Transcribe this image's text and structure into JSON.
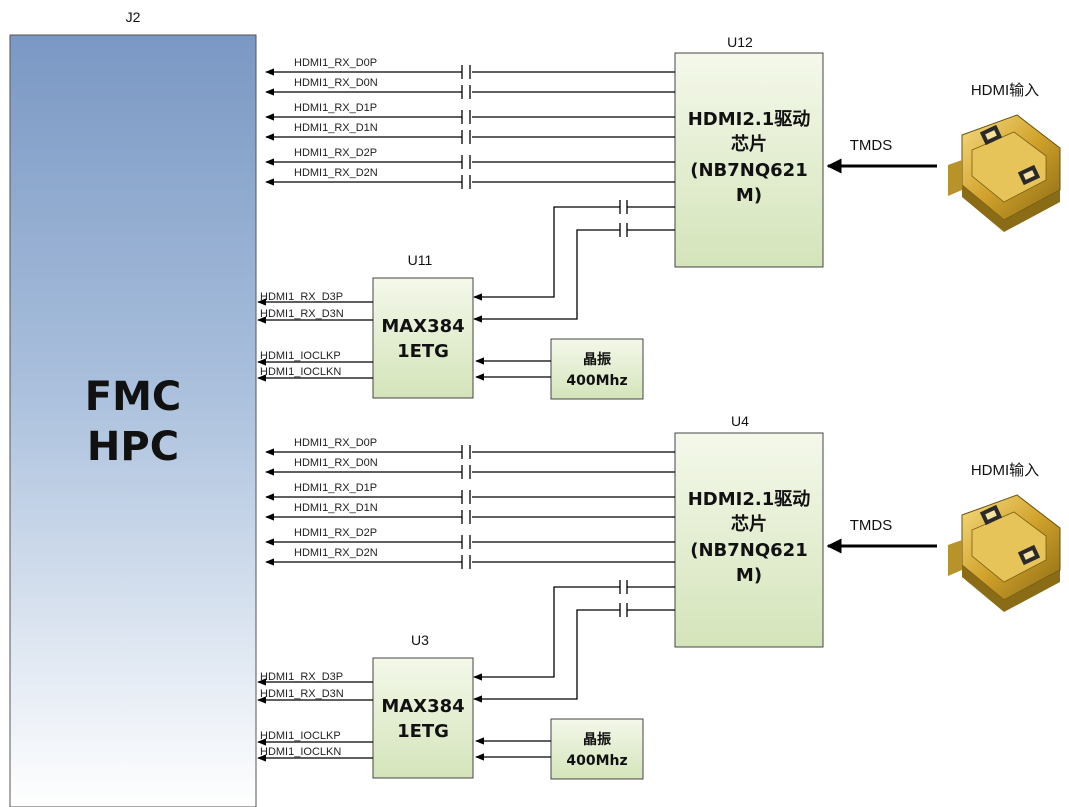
{
  "fmc": {
    "ref": "J2",
    "line1": "FMC",
    "line2": "HPC"
  },
  "groups": [
    {
      "driver": {
        "ref": "U12",
        "line1": "HDMI2.1驱动",
        "line2": "芯片",
        "line3": "(NB7NQ621",
        "line4": "M)"
      },
      "signals": [
        "HDMI1_RX_D0P",
        "HDMI1_RX_D0N",
        "HDMI1_RX_D1P",
        "HDMI1_RX_D1N",
        "HDMI1_RX_D2P",
        "HDMI1_RX_D2N"
      ],
      "tmds": "TMDS",
      "connector": "HDMI输入",
      "max": {
        "ref": "U11",
        "line1": "MAX384",
        "line2": "1ETG"
      },
      "max_signals": [
        "HDMI1_RX_D3P",
        "HDMI1_RX_D3N",
        "HDMI1_IOCLKP",
        "HDMI1_IOCLKN"
      ],
      "osc": {
        "line1": "晶振",
        "line2": "400Mhz"
      }
    },
    {
      "driver": {
        "ref": "U4",
        "line1": "HDMI2.1驱动",
        "line2": "芯片",
        "line3": "(NB7NQ621",
        "line4": "M)"
      },
      "signals": [
        "HDMI1_RX_D0P",
        "HDMI1_RX_D0N",
        "HDMI1_RX_D1P",
        "HDMI1_RX_D1N",
        "HDMI1_RX_D2P",
        "HDMI1_RX_D2N"
      ],
      "tmds": "TMDS",
      "connector": "HDMI输入",
      "max": {
        "ref": "U3",
        "line1": "MAX384",
        "line2": "1ETG"
      },
      "max_signals": [
        "HDMI1_RX_D3P",
        "HDMI1_RX_D3N",
        "HDMI1_IOCLKP",
        "HDMI1_IOCLKN"
      ],
      "osc": {
        "line1": "晶振",
        "line2": "400Mhz"
      }
    }
  ]
}
